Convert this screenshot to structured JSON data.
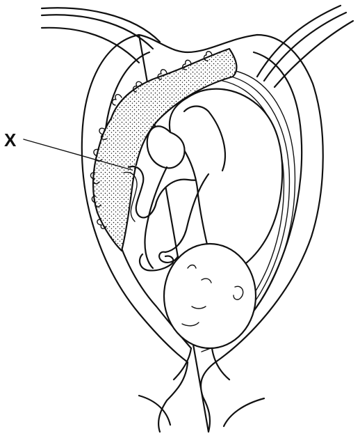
{
  "diagram": {
    "label_x": "X",
    "colors": {
      "line": "#111111",
      "background": "#ffffff"
    },
    "icons": [
      "uterus-outline",
      "placenta",
      "umbilical-cord",
      "fetus",
      "cervix"
    ]
  }
}
